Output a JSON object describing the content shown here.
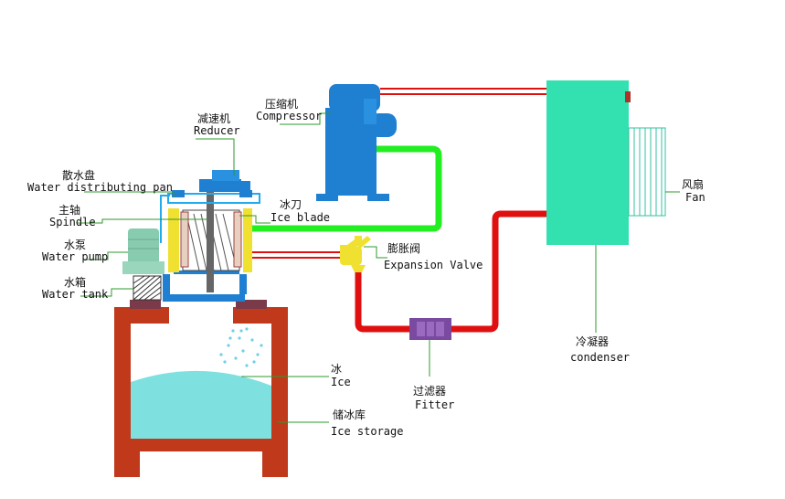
{
  "labels": {
    "compressor": {
      "cn": "压缩机",
      "en": "Compressor"
    },
    "reducer": {
      "cn": "减速机",
      "en": "Reducer"
    },
    "water_pan": {
      "cn": "散水盘",
      "en": "Water distributing pan"
    },
    "spindle": {
      "cn": "主轴",
      "en": "Spindle"
    },
    "ice_blade": {
      "cn": "冰刀",
      "en": "Ice blade"
    },
    "water_pump": {
      "cn": "水泵",
      "en": "Water pump"
    },
    "water_tank": {
      "cn": "水箱",
      "en": "Water tank"
    },
    "expansion_valve": {
      "cn": "膨胀阀",
      "en": "Expansion Valve"
    },
    "fan": {
      "cn": "风扇",
      "en": "Fan"
    },
    "condenser": {
      "cn": "冷凝器",
      "en": "condenser"
    },
    "ice": {
      "cn": "冰",
      "en": "Ice"
    },
    "ice_storage": {
      "cn": "储冰库",
      "en": "Ice storage"
    },
    "filter": {
      "cn": "过滤器",
      "en": "Fitter"
    }
  },
  "colors": {
    "compressor": "#1f7fd0",
    "condenser": "#33e0b0",
    "suction_line": "#22ee22",
    "liquid_line": "#e01010",
    "discharge_line": "#e01010",
    "expansion_valve": "#f0e030",
    "filter": "#7a4aa0",
    "ice_storage_frame": "#c0391b",
    "ice": "#7fe0e0",
    "water_tank": "#444444",
    "water_pump": "#88ccb0",
    "leader_lines": "#2e9a2e"
  }
}
